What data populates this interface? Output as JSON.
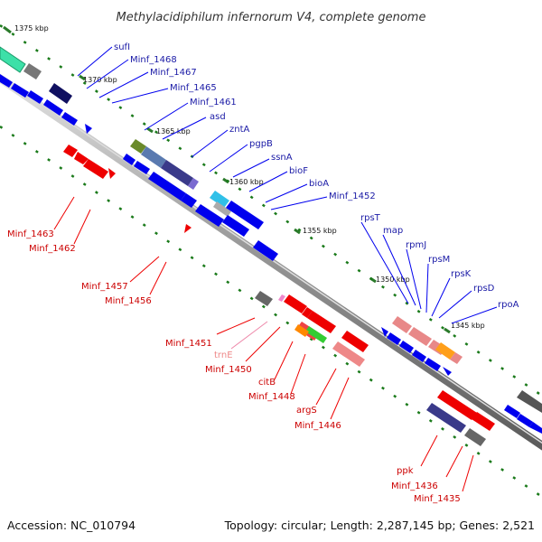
{
  "title": "Methylacidiphilum infernorum V4, complete genome",
  "accession": "Accession: NC_010794",
  "topology": "Topology: circular; Length: 2,287,145 bp; Genes: 2,521",
  "colors": {
    "backbone": "#777777",
    "forward_cds": "#0000ee",
    "reverse_cds": "#ee0000",
    "plus_label": "#1a1aa6",
    "minus_label": "#cc0000",
    "trna_label": "#ee8888",
    "tick": "#1a7a1a"
  },
  "ticks": [
    {
      "label": "1375 kbp"
    },
    {
      "label": "1370 kbp"
    },
    {
      "label": "1365 kbp"
    },
    {
      "label": "1360 kbp"
    },
    {
      "label": "1355 kbp"
    },
    {
      "label": "1350 kbp"
    },
    {
      "label": "1345 kbp"
    }
  ],
  "plus_labels": [
    {
      "text": "sufI"
    },
    {
      "text": "Minf_1468"
    },
    {
      "text": "Minf_1467"
    },
    {
      "text": "Minf_1465"
    },
    {
      "text": "Minf_1461"
    },
    {
      "text": "asd"
    },
    {
      "text": "zntA"
    },
    {
      "text": "pgpB"
    },
    {
      "text": "ssnA"
    },
    {
      "text": "bioF"
    },
    {
      "text": "bioA"
    },
    {
      "text": "Minf_1452"
    },
    {
      "text": "rpsT"
    },
    {
      "text": "map"
    },
    {
      "text": "rpmJ"
    },
    {
      "text": "rpsM"
    },
    {
      "text": "rpsK"
    },
    {
      "text": "rpsD"
    },
    {
      "text": "rpoA"
    }
  ],
  "minus_labels": [
    {
      "text": "Minf_1463"
    },
    {
      "text": "Minf_1462"
    },
    {
      "text": "Minf_1457"
    },
    {
      "text": "Minf_1456"
    },
    {
      "text": "Minf_1451"
    },
    {
      "text": "trnE"
    },
    {
      "text": "Minf_1450"
    },
    {
      "text": "citB"
    },
    {
      "text": "Minf_1448"
    },
    {
      "text": "argS"
    },
    {
      "text": "Minf_1446"
    },
    {
      "text": "ppk"
    },
    {
      "text": "Minf_1436"
    },
    {
      "text": "Minf_1435"
    }
  ]
}
